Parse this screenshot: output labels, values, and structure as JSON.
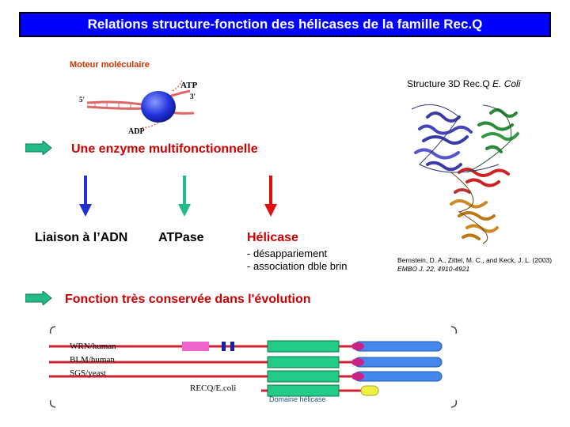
{
  "title": "Relations structure-fonction des hélicases de la famille Rec.Q",
  "motor": {
    "title": "Moteur moléculaire",
    "atp": "ATP",
    "adp": "ADP",
    "five_prime": "5'",
    "three_prime": "3'"
  },
  "structure_label": "Structure 3D Rec.Q",
  "structure_species": "E. Coli",
  "section1": "Une enzyme multifonctionnelle",
  "functions": {
    "binding": "Liaison à l’ADN",
    "atpase": "ATPase",
    "helicase": "Hélicase"
  },
  "helicase_details": [
    "- désappariement",
    "- association dble brin"
  ],
  "reference": {
    "line1": "Bernstein, D. A., Zittel, M. C., and Keck, J. L. (2003)",
    "line2": "EMBO J. 22, 4910-4921"
  },
  "section2": "Fonction très conservée dans l'évolution",
  "domain_rows": [
    "WRN/human",
    "BLM/human",
    "SGS/yeast",
    "RECQ/E.coli"
  ],
  "domain_label": "Domaine hélicase",
  "colors": {
    "title_bg": "#0000ff",
    "arrow_green": "#22bb88",
    "arrow_blue": "#2233cc",
    "arrow_red": "#dd1111",
    "heading_red": "#cc0000"
  }
}
